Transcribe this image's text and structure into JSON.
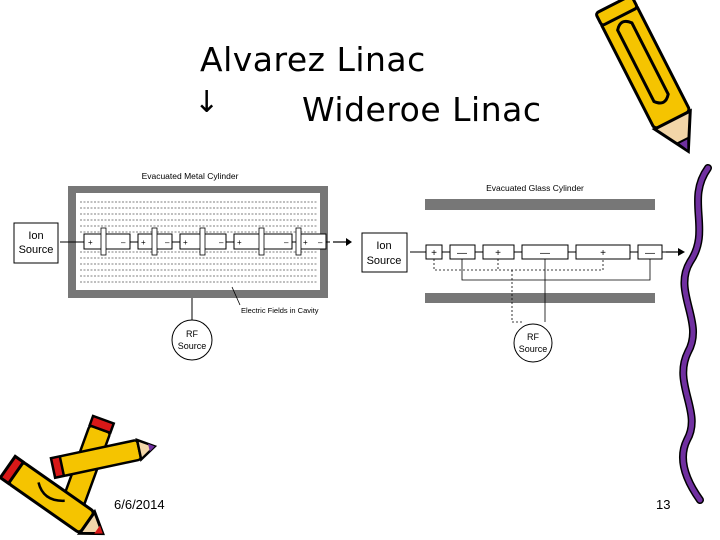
{
  "slide": {
    "title_line1": "Alvarez Linac",
    "title_line2": "Wideroe Linac",
    "arrow_glyph": "↓",
    "date": "6/6/2014",
    "page_number": "13"
  },
  "alvarez": {
    "header": "Evacuated Metal Cylinder",
    "ion_source": [
      "Ion",
      "Source"
    ],
    "rf_source": [
      "RF",
      "Source"
    ],
    "fields_label": "Electric Fields in Cavity",
    "tube_signs": [
      "+",
      "–",
      "+",
      "–",
      "+",
      "–",
      "+",
      "–",
      "+",
      "–"
    ]
  },
  "wideroe": {
    "header": "Evacuated Glass Cylinder",
    "ion_source": [
      "Ion",
      "Source"
    ],
    "rf_source": [
      "RF",
      "Source"
    ],
    "tube_signs": [
      "+",
      "—",
      "+",
      "—",
      "+",
      "—"
    ]
  },
  "colors": {
    "cylinder_gray": "#777777",
    "pencil_yellow": "#f5c400",
    "pencil_purple": "#7030a0",
    "pencil_red": "#d81818",
    "pencil_green": "#3a9a3a"
  },
  "icons": [
    "pencil-icon",
    "crayon-squiggle-icon",
    "pencils-icon"
  ]
}
